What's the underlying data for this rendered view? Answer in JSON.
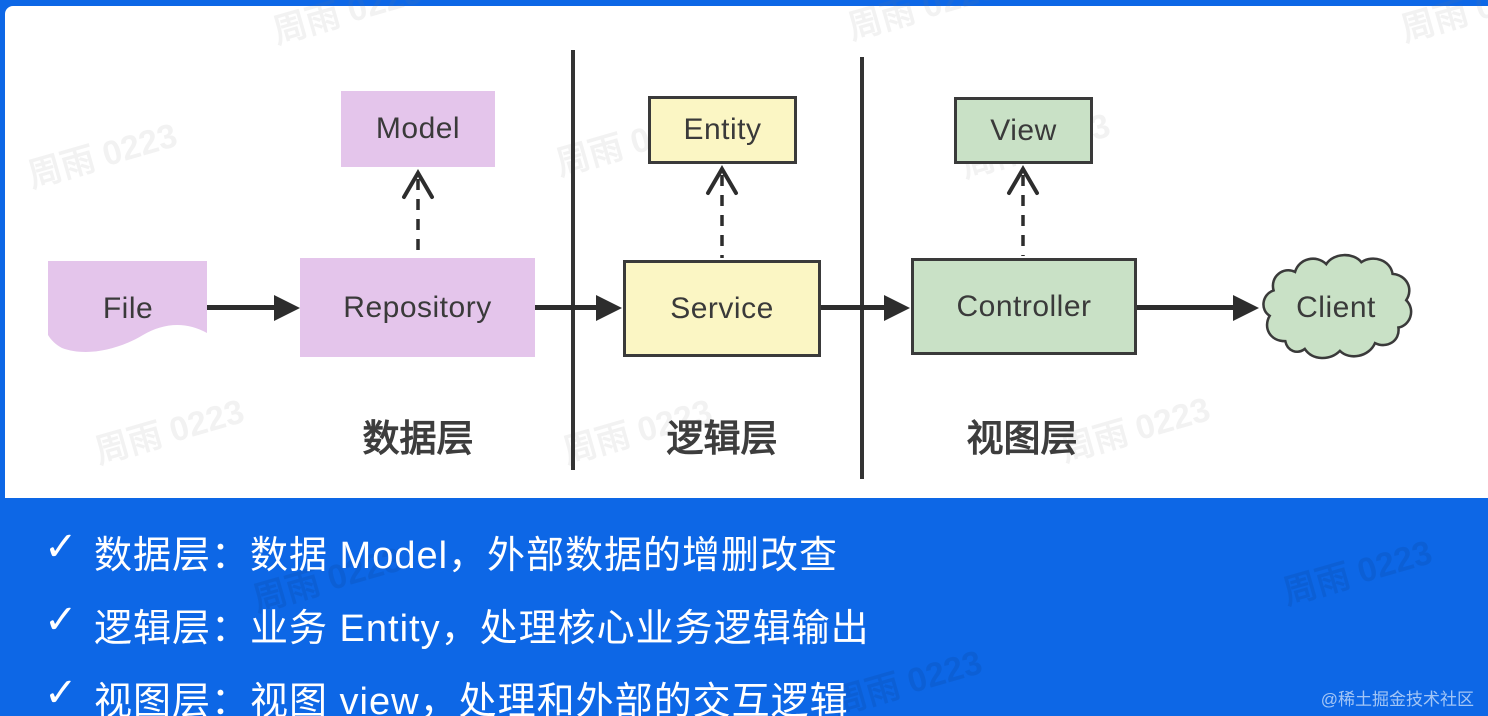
{
  "page": {
    "background_color": "#0d67e6",
    "panel_color": "#ffffff"
  },
  "watermark": {
    "text": "周雨 0223"
  },
  "credit": {
    "text": "@稀土掘金技术社区"
  },
  "diagram": {
    "nodes": {
      "file": {
        "label": "File",
        "shape": "document",
        "color": "#e4c5eb"
      },
      "repository": {
        "label": "Repository",
        "shape": "rect",
        "color": "#e4c5eb"
      },
      "model": {
        "label": "Model",
        "shape": "rect",
        "color": "#e4c5eb"
      },
      "service": {
        "label": "Service",
        "shape": "rect",
        "color": "#fbf6c4"
      },
      "entity": {
        "label": "Entity",
        "shape": "rect",
        "color": "#fbf6c4"
      },
      "controller": {
        "label": "Controller",
        "shape": "rect",
        "color": "#c9e1c6"
      },
      "view": {
        "label": "View",
        "shape": "rect",
        "color": "#c9e1c6"
      },
      "client": {
        "label": "Client",
        "shape": "cloud",
        "color": "#c9e1c6"
      }
    },
    "edges": [
      {
        "from": "File",
        "to": "Repository",
        "style": "solid-arrow"
      },
      {
        "from": "Repository",
        "to": "Model",
        "style": "dashed-arrow"
      },
      {
        "from": "Repository",
        "to": "Service",
        "style": "solid-arrow"
      },
      {
        "from": "Service",
        "to": "Entity",
        "style": "dashed-arrow"
      },
      {
        "from": "Service",
        "to": "Controller",
        "style": "solid-arrow"
      },
      {
        "from": "Controller",
        "to": "View",
        "style": "dashed-arrow"
      },
      {
        "from": "Controller",
        "to": "Client",
        "style": "solid-arrow"
      }
    ],
    "layers": [
      {
        "label": "数据层"
      },
      {
        "label": "逻辑层"
      },
      {
        "label": "视图层"
      }
    ]
  },
  "notes": {
    "items": [
      {
        "check": "✓",
        "text": "数据层：数据 Model，外部数据的增删改查"
      },
      {
        "check": "✓",
        "text": "逻辑层：业务 Entity，处理核心业务逻辑输出"
      },
      {
        "check": "✓",
        "text": "视图层：视图 view，处理和外部的交互逻辑"
      }
    ]
  }
}
